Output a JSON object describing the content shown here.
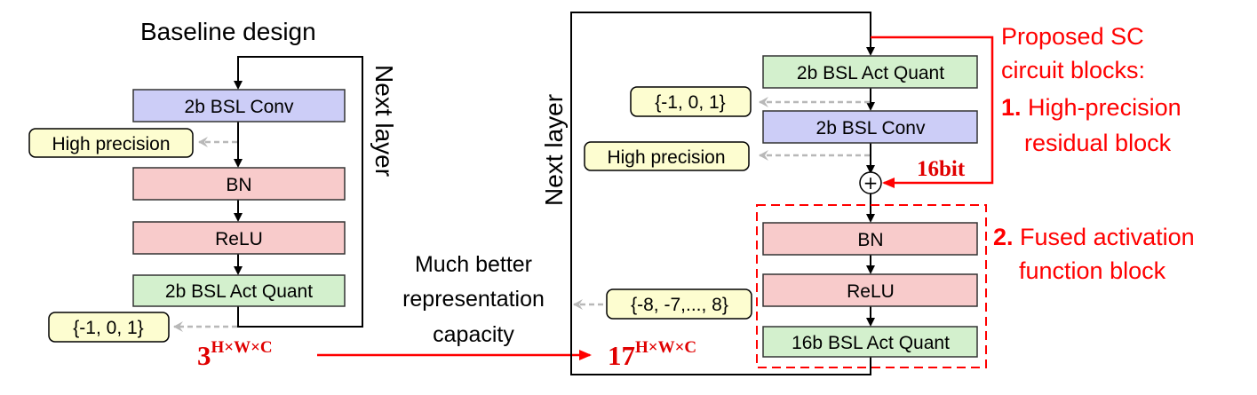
{
  "colors": {
    "conv": "#cccdf7",
    "bn": "#f8cbcb",
    "quant": "#d3f0cd",
    "note": "#fdfdd0",
    "red": "#ff0000"
  },
  "baseline": {
    "title": "Baseline design",
    "next_layer": "Next layer",
    "blocks": {
      "conv": "2b BSL Conv",
      "bn": "BN",
      "relu": "ReLU",
      "quant": "2b BSL Act Quant"
    },
    "notes": {
      "high_precision": "High precision",
      "output_set": "{-1, 0, 1}"
    },
    "output_base": "3",
    "output_exp": "H×W×C"
  },
  "middle": {
    "line1": "Much better",
    "line2": "representation",
    "line3": "capacity"
  },
  "proposed": {
    "next_layer": "Next layer",
    "blocks": {
      "act_quant": "2b BSL Act Quant",
      "conv": "2b BSL Conv",
      "bn": "BN",
      "relu": "ReLU",
      "quant16": "16b BSL Act Quant"
    },
    "notes": {
      "ternary": "{-1, 0, 1}",
      "high_precision": "High precision",
      "output_set": "{-8, -7,..., 8}"
    },
    "adder": "+",
    "bitwidth": "16bit",
    "output_base": "17",
    "output_exp": "H×W×C"
  },
  "annotations": {
    "title_line1": "Proposed SC",
    "title_line2": "circuit blocks:",
    "item1_num": "1.",
    "item1_line1": " High-precision",
    "item1_line2": "residual block",
    "item2_num": "2.",
    "item2_line1": " Fused activation",
    "item2_line2": "function block"
  }
}
